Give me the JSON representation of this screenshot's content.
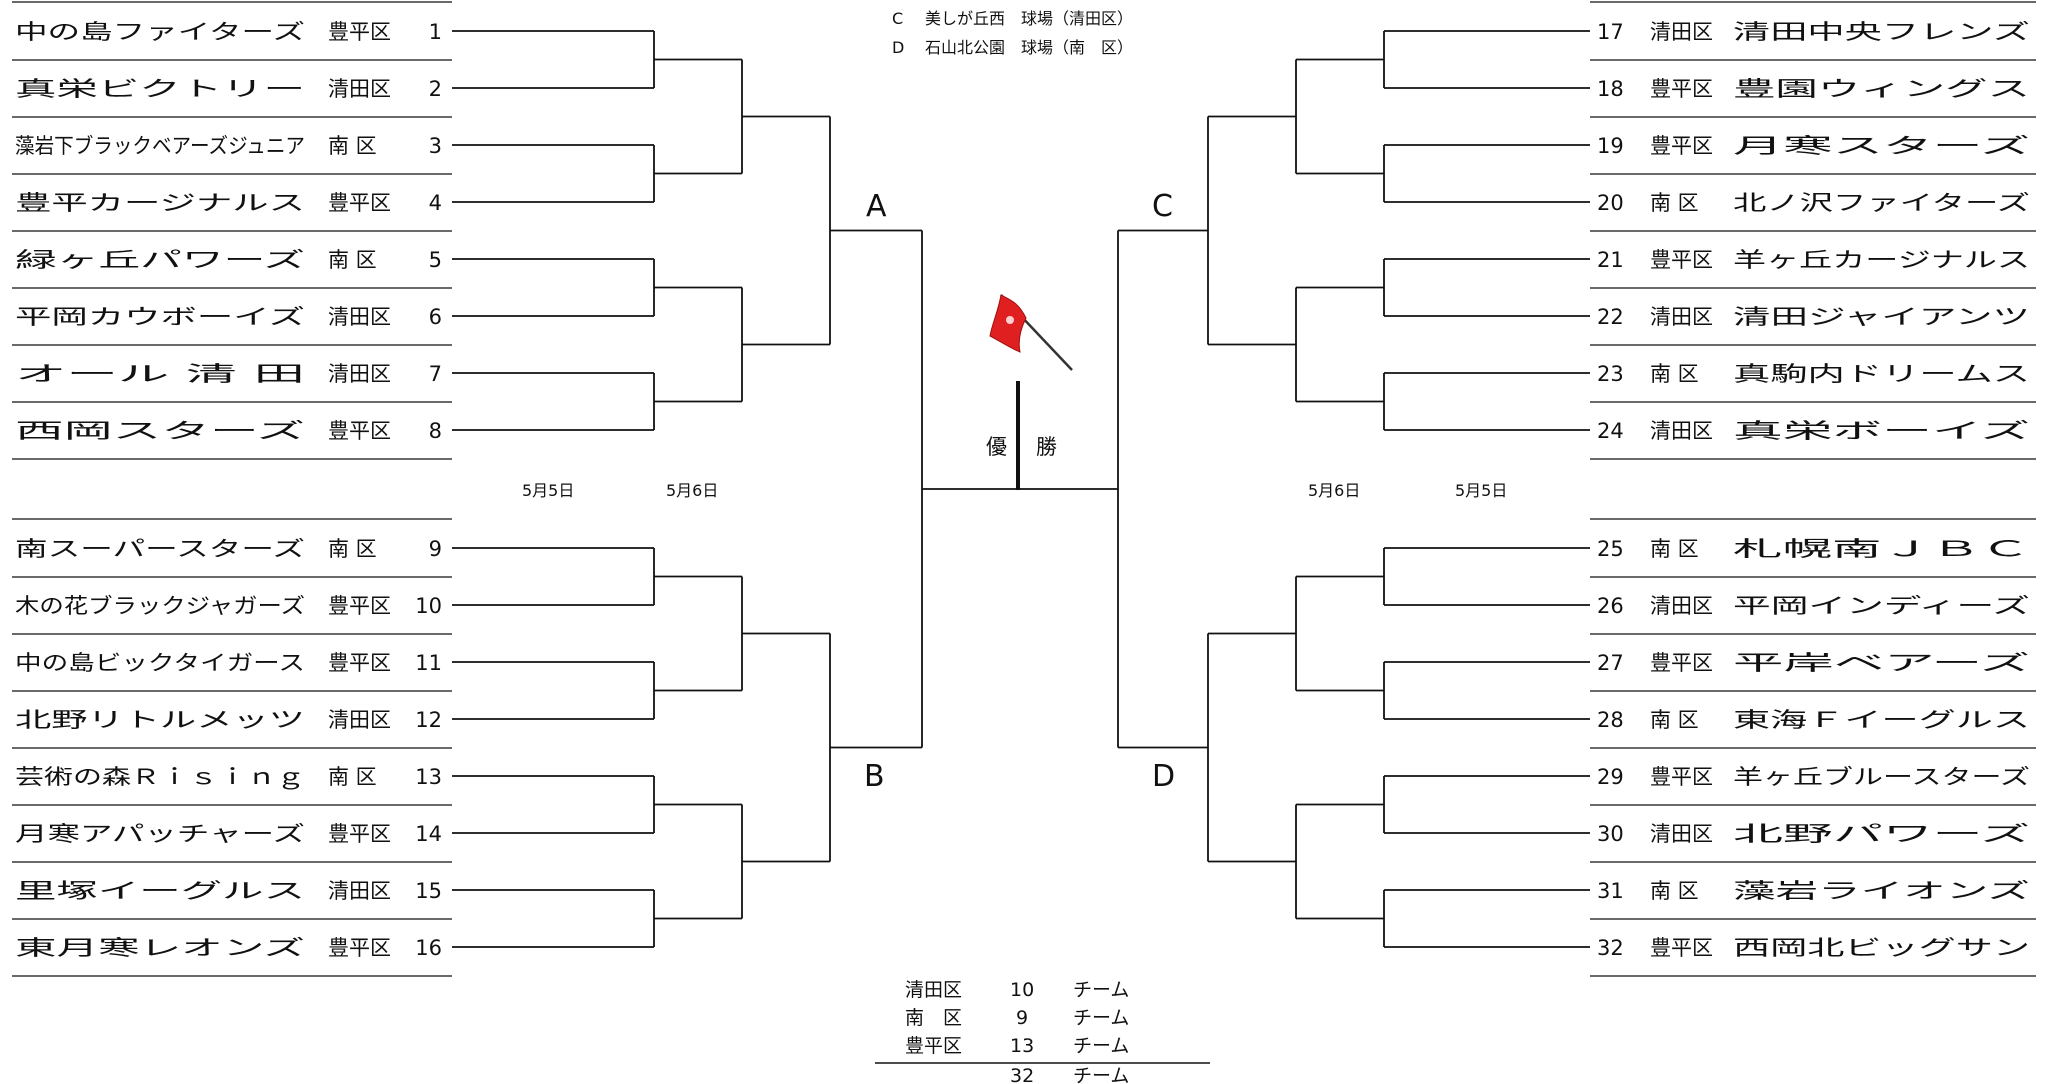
{
  "venues": [
    {
      "letter": "C",
      "text": "美しが丘西　球場（清田区）"
    },
    {
      "letter": "D",
      "text": "石山北公園　球場（南　区）"
    }
  ],
  "block_labels": {
    "A": "A",
    "B": "B",
    "C": "C",
    "D": "D"
  },
  "final_label": {
    "left": "優",
    "right": "勝"
  },
  "flag_icon": "red-flag-icon",
  "dates": {
    "left_round1": "5月5日",
    "left_round2": "5月6日",
    "right_round2": "5月6日",
    "right_round1": "5月5日"
  },
  "left_teams": [
    {
      "name": "中の島ファイターズ",
      "district": "豊平区",
      "num": "1"
    },
    {
      "name": "真栄ビクトリー",
      "district": "清田区",
      "num": "2"
    },
    {
      "name": "藻岩下ブラックベアーズジュニア",
      "district": "南 区",
      "num": "3"
    },
    {
      "name": "豊平カージナルス",
      "district": "豊平区",
      "num": "4"
    },
    {
      "name": "緑ヶ丘パワーズ",
      "district": "南 区",
      "num": "5"
    },
    {
      "name": "平岡カウボーイズ",
      "district": "清田区",
      "num": "6"
    },
    {
      "name": "オール 清 田",
      "district": "清田区",
      "num": "7"
    },
    {
      "name": "西岡スターズ",
      "district": "豊平区",
      "num": "8"
    },
    {
      "name": "南スーパースターズ",
      "district": "南 区",
      "num": "9"
    },
    {
      "name": "木の花ブラックジャガーズ",
      "district": "豊平区",
      "num": "10"
    },
    {
      "name": "中の島ビックタイガース",
      "district": "豊平区",
      "num": "11"
    },
    {
      "name": "北野リトルメッツ",
      "district": "清田区",
      "num": "12"
    },
    {
      "name": "芸術の森Ｒｉｓｉｎｇ",
      "district": "南 区",
      "num": "13"
    },
    {
      "name": "月寒アパッチャーズ",
      "district": "豊平区",
      "num": "14"
    },
    {
      "name": "里塚イーグルス",
      "district": "清田区",
      "num": "15"
    },
    {
      "name": "東月寒レオンズ",
      "district": "豊平区",
      "num": "16"
    }
  ],
  "right_teams": [
    {
      "num": "17",
      "district": "清田区",
      "name": "清田中央フレンズ"
    },
    {
      "num": "18",
      "district": "豊平区",
      "name": "豊園ウィングス"
    },
    {
      "num": "19",
      "district": "豊平区",
      "name": "月寒スターズ"
    },
    {
      "num": "20",
      "district": "南 区",
      "name": "北ノ沢ファイターズ"
    },
    {
      "num": "21",
      "district": "豊平区",
      "name": "羊ヶ丘カージナルス"
    },
    {
      "num": "22",
      "district": "清田区",
      "name": "清田ジャイアンツ"
    },
    {
      "num": "23",
      "district": "南 区",
      "name": "真駒内ドリームス"
    },
    {
      "num": "24",
      "district": "清田区",
      "name": "真栄ボーイズ"
    },
    {
      "num": "25",
      "district": "南 区",
      "name": "札幌南ＪＢＣ"
    },
    {
      "num": "26",
      "district": "清田区",
      "name": "平岡インディーズ"
    },
    {
      "num": "27",
      "district": "豊平区",
      "name": "平岸ベアーズ"
    },
    {
      "num": "28",
      "district": "南 区",
      "name": "東海Ｆイーグルス"
    },
    {
      "num": "29",
      "district": "豊平区",
      "name": "羊ヶ丘ブルースターズ"
    },
    {
      "num": "30",
      "district": "清田区",
      "name": "北野パワーズ"
    },
    {
      "num": "31",
      "district": "南 区",
      "name": "藻岩ライオンズ"
    },
    {
      "num": "32",
      "district": "豊平区",
      "name": "西岡北ビッグサン"
    }
  ],
  "summary": {
    "rows": [
      {
        "district": "清田区",
        "count": "10",
        "unit": "チーム"
      },
      {
        "district": "南　区",
        "count": "9",
        "unit": "チーム"
      },
      {
        "district": "豊平区",
        "count": "13",
        "unit": "チーム"
      }
    ],
    "total": {
      "count": "32",
      "unit": "チーム"
    }
  },
  "colors": {
    "flag": "#e02020",
    "line": "#111111"
  }
}
